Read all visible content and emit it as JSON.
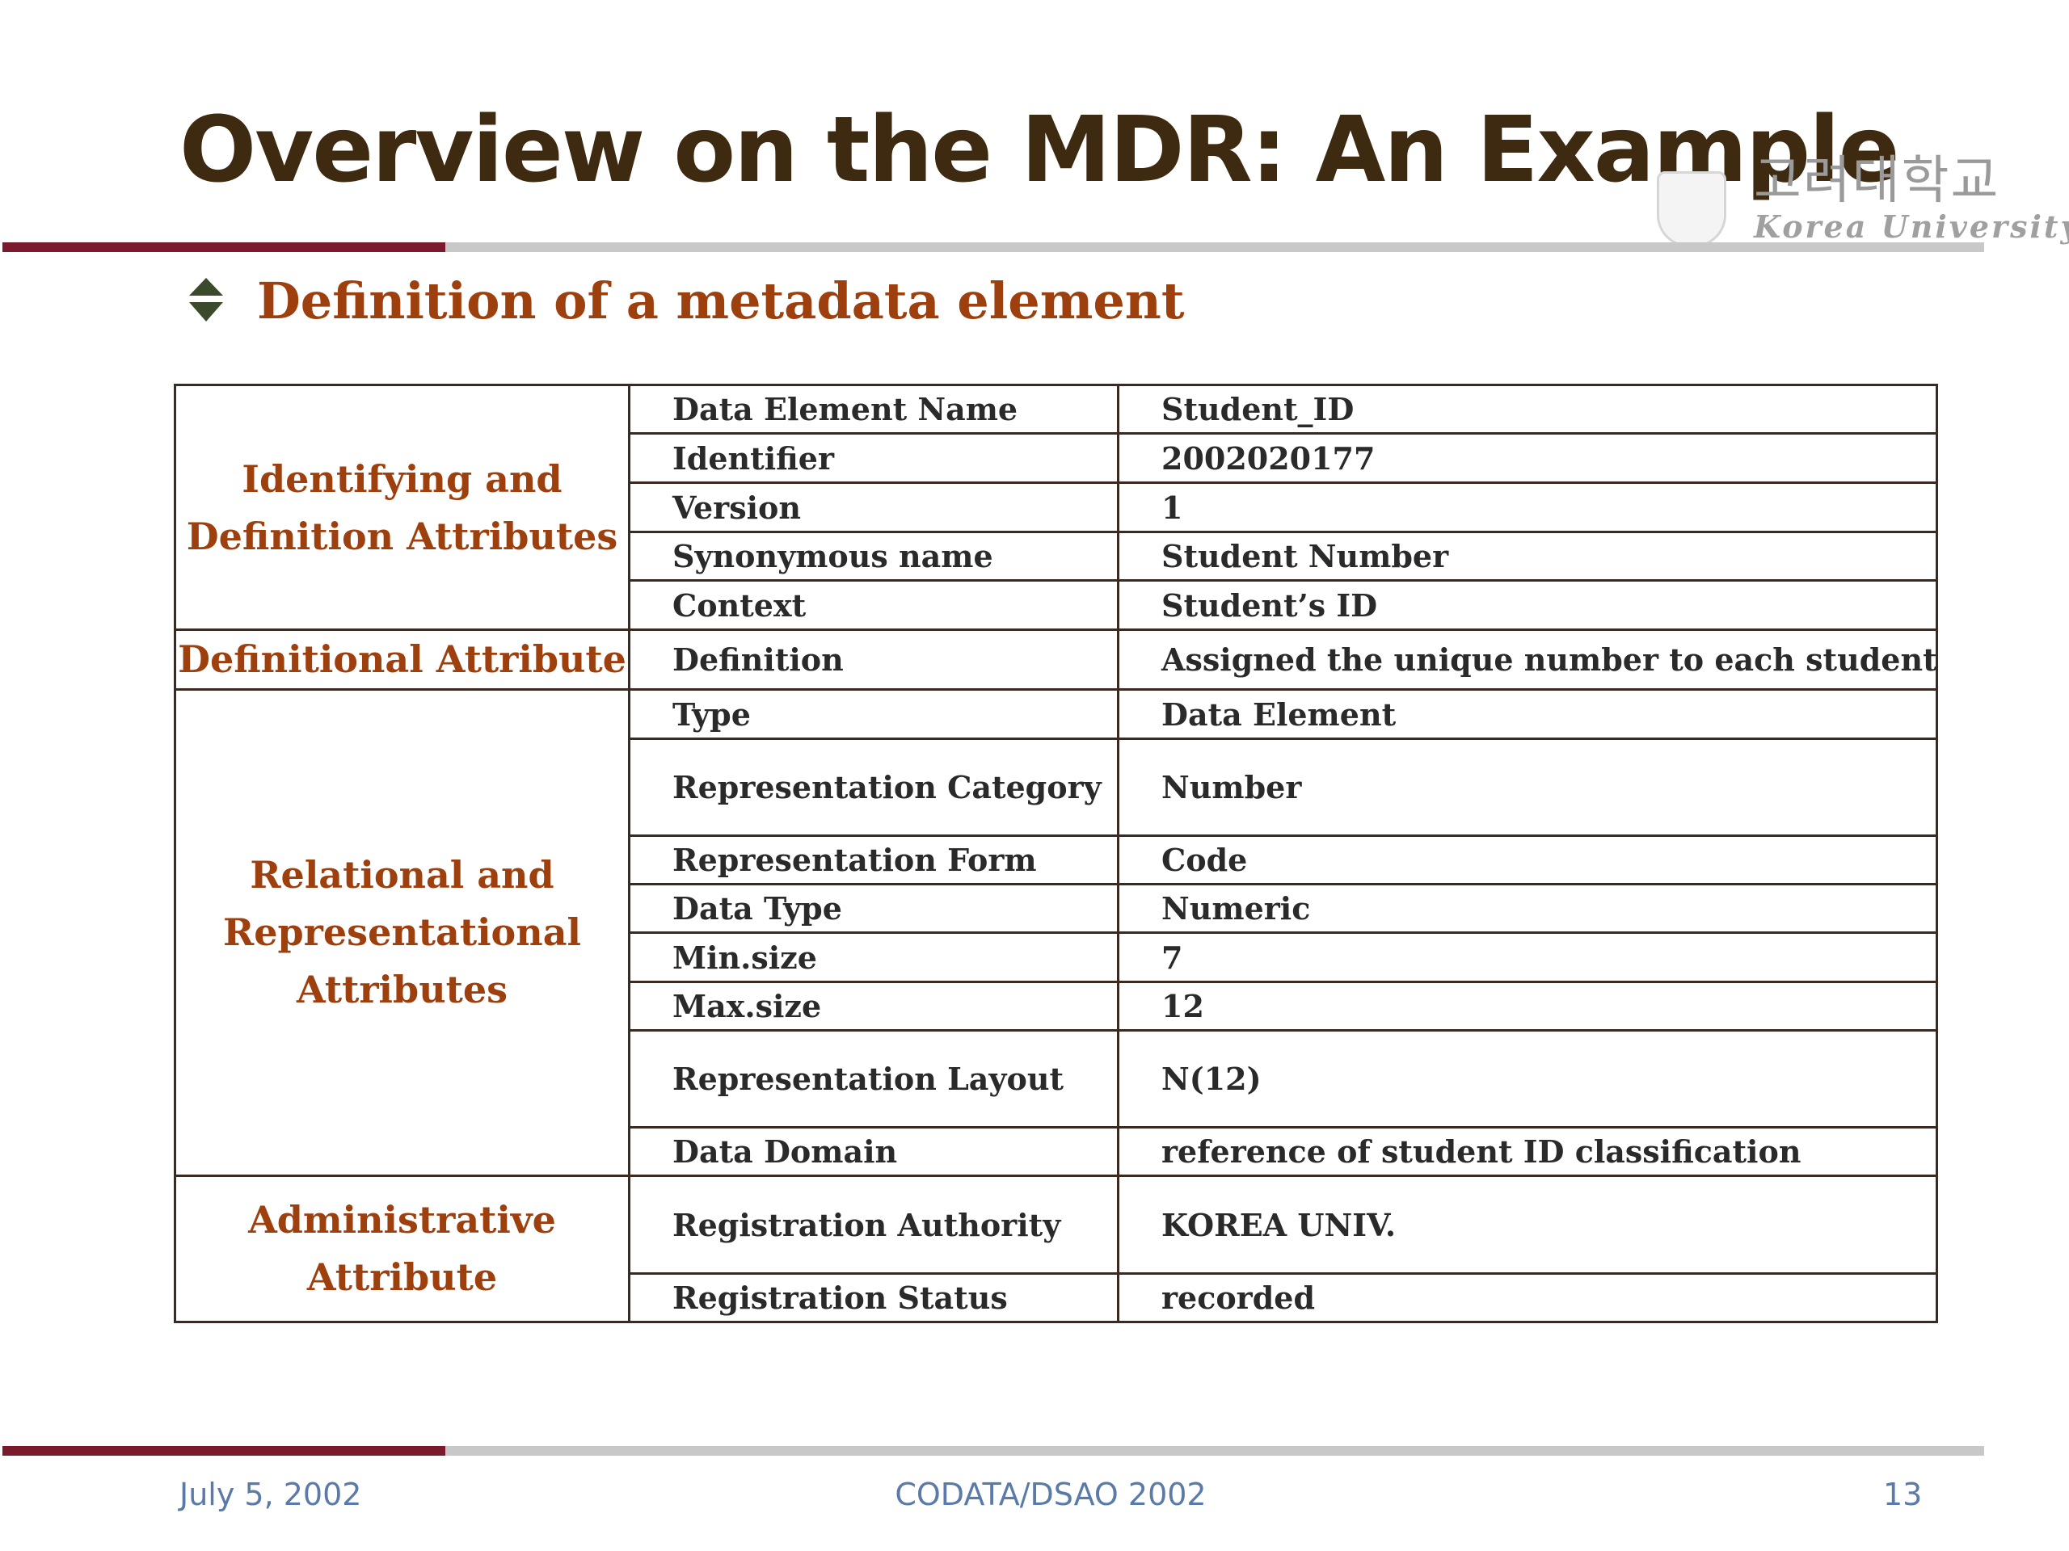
{
  "slide": {
    "title": "Overview on the MDR: An Example",
    "subtitle": "Definition of a metadata element",
    "logo": {
      "korean": "고려대학교",
      "english": "Korea University"
    }
  },
  "table": {
    "groups": [
      {
        "label": "Identifying and Definition Attributes",
        "rows": [
          {
            "attribute": "Data Element Name",
            "value": "Student_ID"
          },
          {
            "attribute": "Identifier",
            "value": "2002020177"
          },
          {
            "attribute": "Version",
            "value": "1"
          },
          {
            "attribute": "Synonymous name",
            "value": "Student Number"
          },
          {
            "attribute": "Context",
            "value": "Student’s ID"
          }
        ]
      },
      {
        "label": "Definitional Attribute",
        "rows": [
          {
            "attribute": "Definition",
            "value": "Assigned the unique number to each student"
          }
        ]
      },
      {
        "label": "Relational and Representational Attributes",
        "rows": [
          {
            "attribute": "Type",
            "value": "Data Element"
          },
          {
            "attribute": "Representation Category",
            "value": "Number"
          },
          {
            "attribute": "Representation Form",
            "value": "Code"
          },
          {
            "attribute": "Data Type",
            "value": "Numeric"
          },
          {
            "attribute": "Min.size",
            "value": "7"
          },
          {
            "attribute": "Max.size",
            "value": "12"
          },
          {
            "attribute": "Representation Layout",
            "value": "N(12)"
          },
          {
            "attribute": "Data Domain",
            "value": "reference of student ID classification"
          }
        ]
      },
      {
        "label": "Administrative Attribute",
        "rows": [
          {
            "attribute": "Registration Authority",
            "value": "KOREA UNIV."
          },
          {
            "attribute": "Registration Status",
            "value": "recorded"
          }
        ]
      }
    ]
  },
  "footer": {
    "date": "July 5, 2002",
    "event": "CODATA/DSAO 2002",
    "page": "13"
  }
}
